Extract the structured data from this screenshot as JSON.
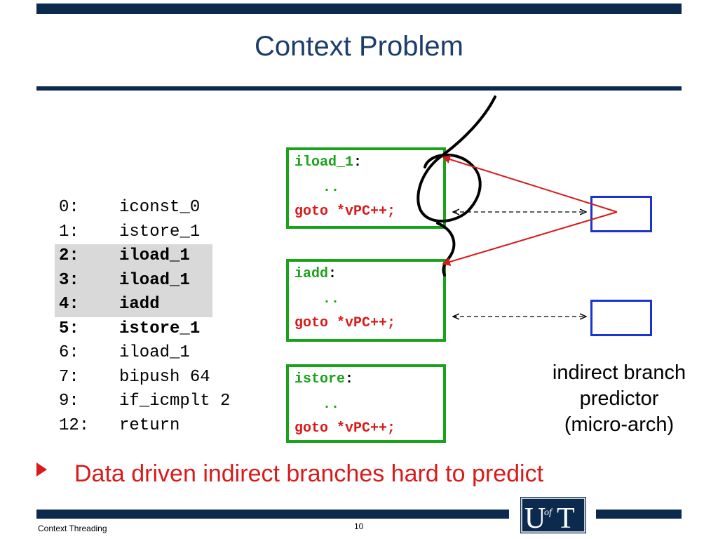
{
  "slide": {
    "title": "Context Problem",
    "footer_left": "Context Threading",
    "page_number": "10"
  },
  "bytecode": [
    {
      "n": "0:",
      "op": "iconst_0",
      "bold": false,
      "highlight": false
    },
    {
      "n": "1:",
      "op": "istore_1",
      "bold": false,
      "highlight": false
    },
    {
      "n": "2:",
      "op": "iload_1",
      "bold": true,
      "highlight": true
    },
    {
      "n": "3:",
      "op": "iload_1",
      "bold": true,
      "highlight": true
    },
    {
      "n": "4:",
      "op": "iadd",
      "bold": true,
      "highlight": true
    },
    {
      "n": "5:",
      "op": "istore_1",
      "bold": true,
      "highlight": false
    },
    {
      "n": "6:",
      "op": "iload_1",
      "bold": false,
      "highlight": false
    },
    {
      "n": "7:",
      "op": "bipush 64",
      "bold": false,
      "highlight": false
    },
    {
      "n": "9:",
      "op": "if_icmplt 2",
      "bold": false,
      "highlight": false
    },
    {
      "n": "12:",
      "op": "return",
      "bold": false,
      "highlight": false
    }
  ],
  "bodies": [
    {
      "label": "iload_1",
      "colon": ":",
      "dots": "..",
      "goto": "goto *vPC++;"
    },
    {
      "label": "iadd",
      "colon": ":",
      "dots": "..",
      "goto": "goto *vPC++;"
    },
    {
      "label": "istore",
      "colon": ":",
      "dots": "..",
      "goto": "goto *vPC++;"
    }
  ],
  "predictor": {
    "caption_lines": [
      "indirect branch",
      "predictor",
      "(micro-arch)"
    ]
  },
  "bullet": {
    "text": "Data driven indirect branches hard to predict"
  },
  "logo": {
    "big_u": "U",
    "of": "of",
    "big_t": "T"
  },
  "colors": {
    "navy": "#0b2a4e",
    "title_blue": "#1c3d6b",
    "green": "#1aa31a",
    "red": "#d91a1a",
    "blue": "#1a33d1",
    "highlight_gray": "#d9d9d9"
  }
}
